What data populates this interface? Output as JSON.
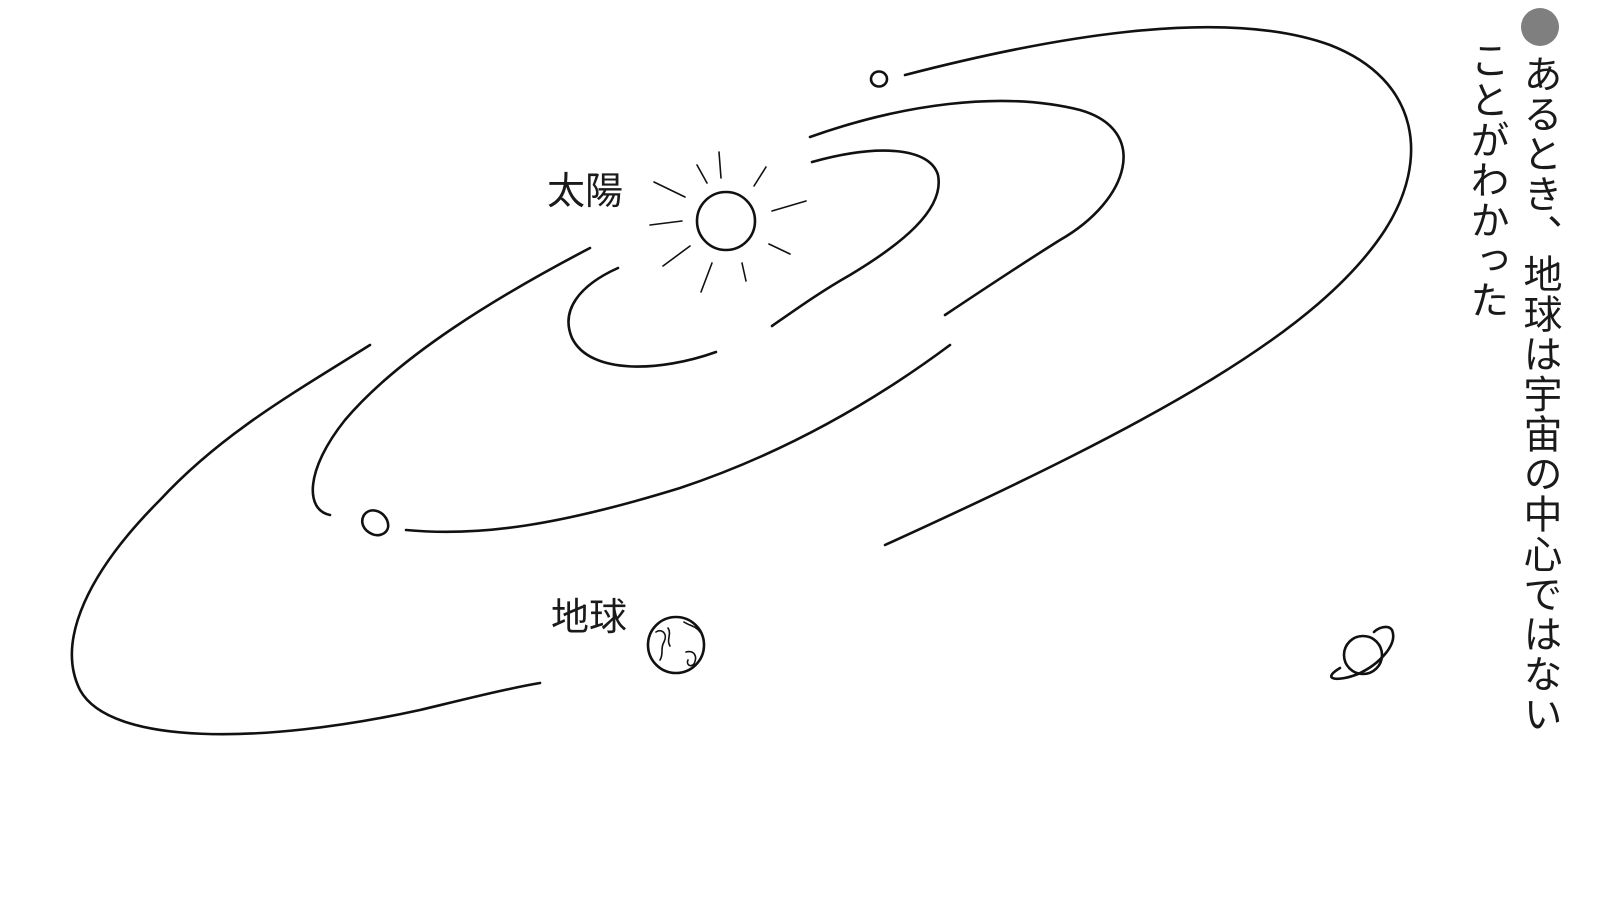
{
  "labels": {
    "sun": "太陽",
    "earth": "地球"
  },
  "caption": {
    "bullet_color": "#7f7f7f",
    "line1": "あるとき、地球は宇宙の中心ではない",
    "line2": "ことがわかった"
  },
  "colors": {
    "ink": "#111111",
    "background": "#ffffff"
  }
}
